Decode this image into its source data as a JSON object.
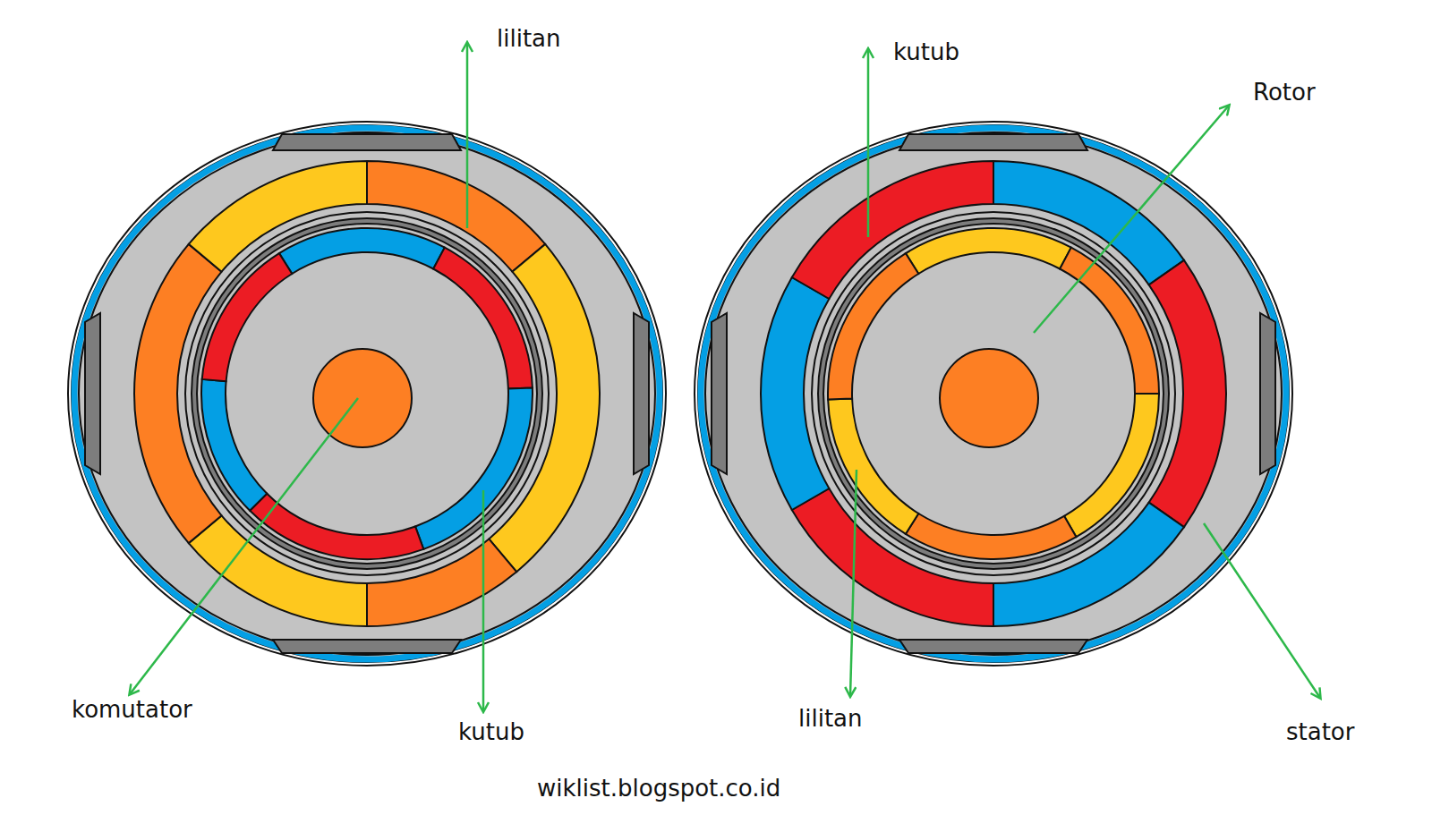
{
  "diagram": {
    "labels": [
      "lilitan",
      "komutator",
      "kutub",
      "kutub",
      "Rotor",
      "lilitan",
      "stator",
      "wiklist.blogspot.co.id"
    ]
  }
}
